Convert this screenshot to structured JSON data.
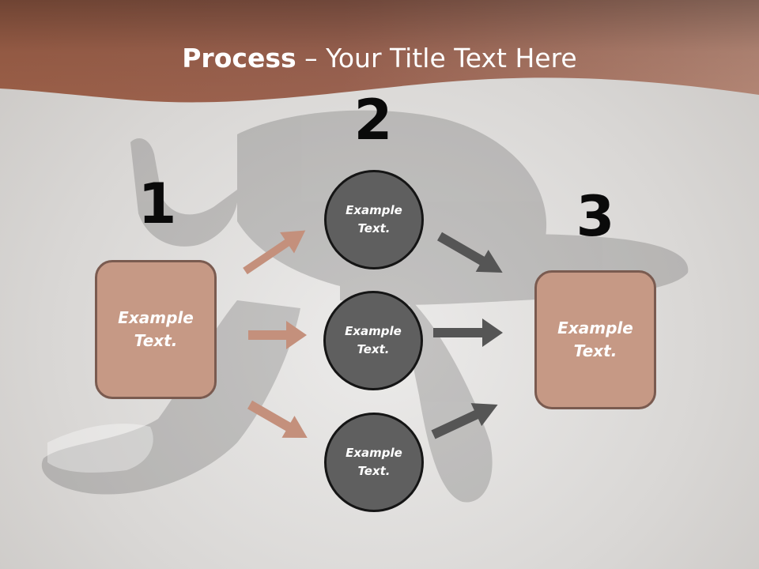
{
  "title": {
    "bold": "Process",
    "rest": " – Your Title Text Here"
  },
  "steps": [
    {
      "number": "1",
      "text_line1": "Example",
      "text_line2": "Text."
    },
    {
      "number": "2"
    },
    {
      "number": "3",
      "text_line1": "Example",
      "text_line2": "Text."
    }
  ],
  "circles": [
    {
      "text_line1": "Example",
      "text_line2": "Text."
    },
    {
      "text_line1": "Example",
      "text_line2": "Text."
    },
    {
      "text_line1": "Example",
      "text_line2": "Text."
    }
  ],
  "colors": {
    "banner": "#a86a52",
    "box_fill": "#c69985",
    "box_border": "#7a5b50",
    "circle_fill": "#5f5f5f",
    "arrow_left": "#c4907c",
    "arrow_right": "#555555"
  }
}
